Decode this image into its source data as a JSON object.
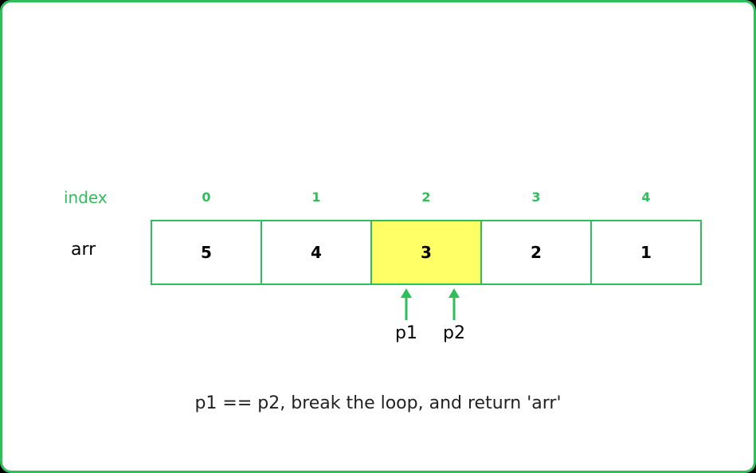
{
  "labels": {
    "index": "index",
    "array_name": "arr"
  },
  "indices": [
    "0",
    "1",
    "2",
    "3",
    "4"
  ],
  "values": [
    "5",
    "4",
    "3",
    "2",
    "1"
  ],
  "highlighted_index": 2,
  "pointers": {
    "p1": {
      "label": "p1",
      "index": 2
    },
    "p2": {
      "label": "p2",
      "index": 2
    }
  },
  "message": "p1 == p2, break the loop, and return 'arr'",
  "colors": {
    "accent": "#2fbf5a",
    "highlight": "#ffff66",
    "border": "#2fbf5a"
  }
}
